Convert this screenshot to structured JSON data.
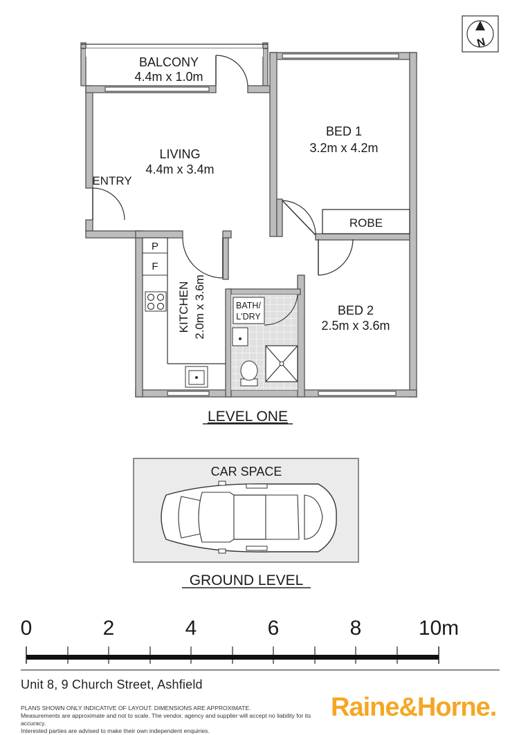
{
  "plan": {
    "rooms": {
      "balcony_name": "BALCONY",
      "balcony_size": "4.4m x 1.0m",
      "living_name": "LIVING",
      "living_size": "4.4m x 3.4m",
      "entry": "ENTRY",
      "bed1_name": "BED 1",
      "bed1_size": "3.2m x 4.2m",
      "robe": "ROBE",
      "bed2_name": "BED 2",
      "bed2_size": "2.5m x 3.6m",
      "kitchen": "KITCHEN",
      "kitchen_size": "2.0m x 3.6m",
      "pantry": "P",
      "fridge": "F",
      "bath_line1": "BATH/",
      "bath_line2": "L'DRY",
      "car_space": "CAR SPACE"
    },
    "levels": {
      "level_one": "LEVEL ONE",
      "ground_level": "GROUND LEVEL"
    },
    "compass_label": "N"
  },
  "scale_bar": {
    "ticks": [
      "0",
      "2",
      "4",
      "6",
      "8",
      "10m"
    ]
  },
  "footer": {
    "address": "Unit 8, 9 Church Street, Ashfield",
    "disclaimer": [
      "PLANS SHOWN ONLY INDICATIVE OF LAYOUT. DIMENSIONS ARE APPROXIMATE.",
      "Measurements are approximate and not to scale. The vendor, agency and supplier will accept no liability for its accuracy.",
      "Interested parties are advised to make their own independent enquiries."
    ],
    "brand": "Raine&Horne."
  },
  "colors": {
    "wall_fill": "#bdbdbd",
    "brand_orange": "#f5a623",
    "tile_grey": "#d9d9d9"
  }
}
